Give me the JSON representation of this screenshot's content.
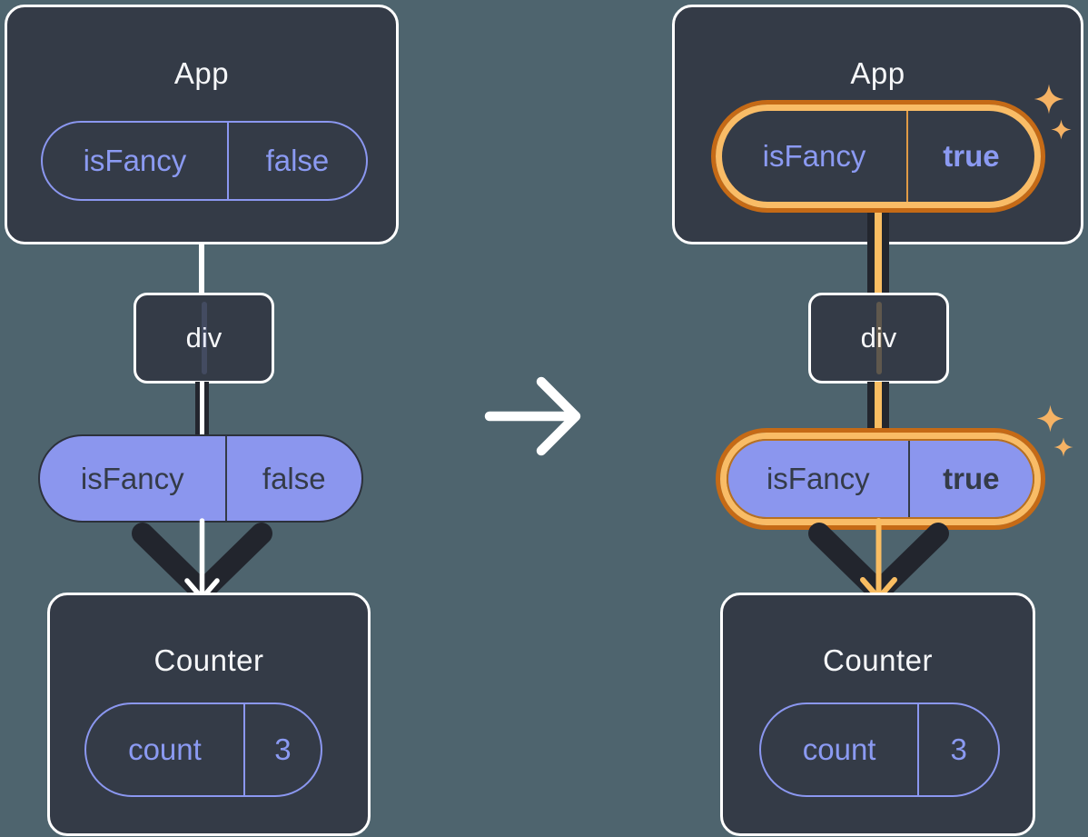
{
  "left": {
    "app": {
      "title": "App",
      "state": {
        "name": "isFancy",
        "value": "false"
      }
    },
    "tree": {
      "div_label": "div"
    },
    "prop": {
      "name": "isFancy",
      "value": "false"
    },
    "counter": {
      "title": "Counter",
      "state": {
        "name": "count",
        "value": "3"
      }
    }
  },
  "right": {
    "app": {
      "title": "App",
      "state": {
        "name": "isFancy",
        "value": "true"
      }
    },
    "tree": {
      "div_label": "div"
    },
    "prop": {
      "name": "isFancy",
      "value": "true"
    },
    "counter": {
      "title": "Counter",
      "state": {
        "name": "count",
        "value": "3"
      }
    }
  },
  "colors": {
    "background": "#4e646e",
    "card_fill": "#343b47",
    "card_border": "#ffffff",
    "purple": "#8b96ee",
    "dark_pipe": "#23262e",
    "highlight_ring_outer": "#c56a16",
    "highlight_ring_inner": "#f9bc66",
    "highlight_flow": "#f9bd62",
    "sparkle": "#f5b264"
  }
}
